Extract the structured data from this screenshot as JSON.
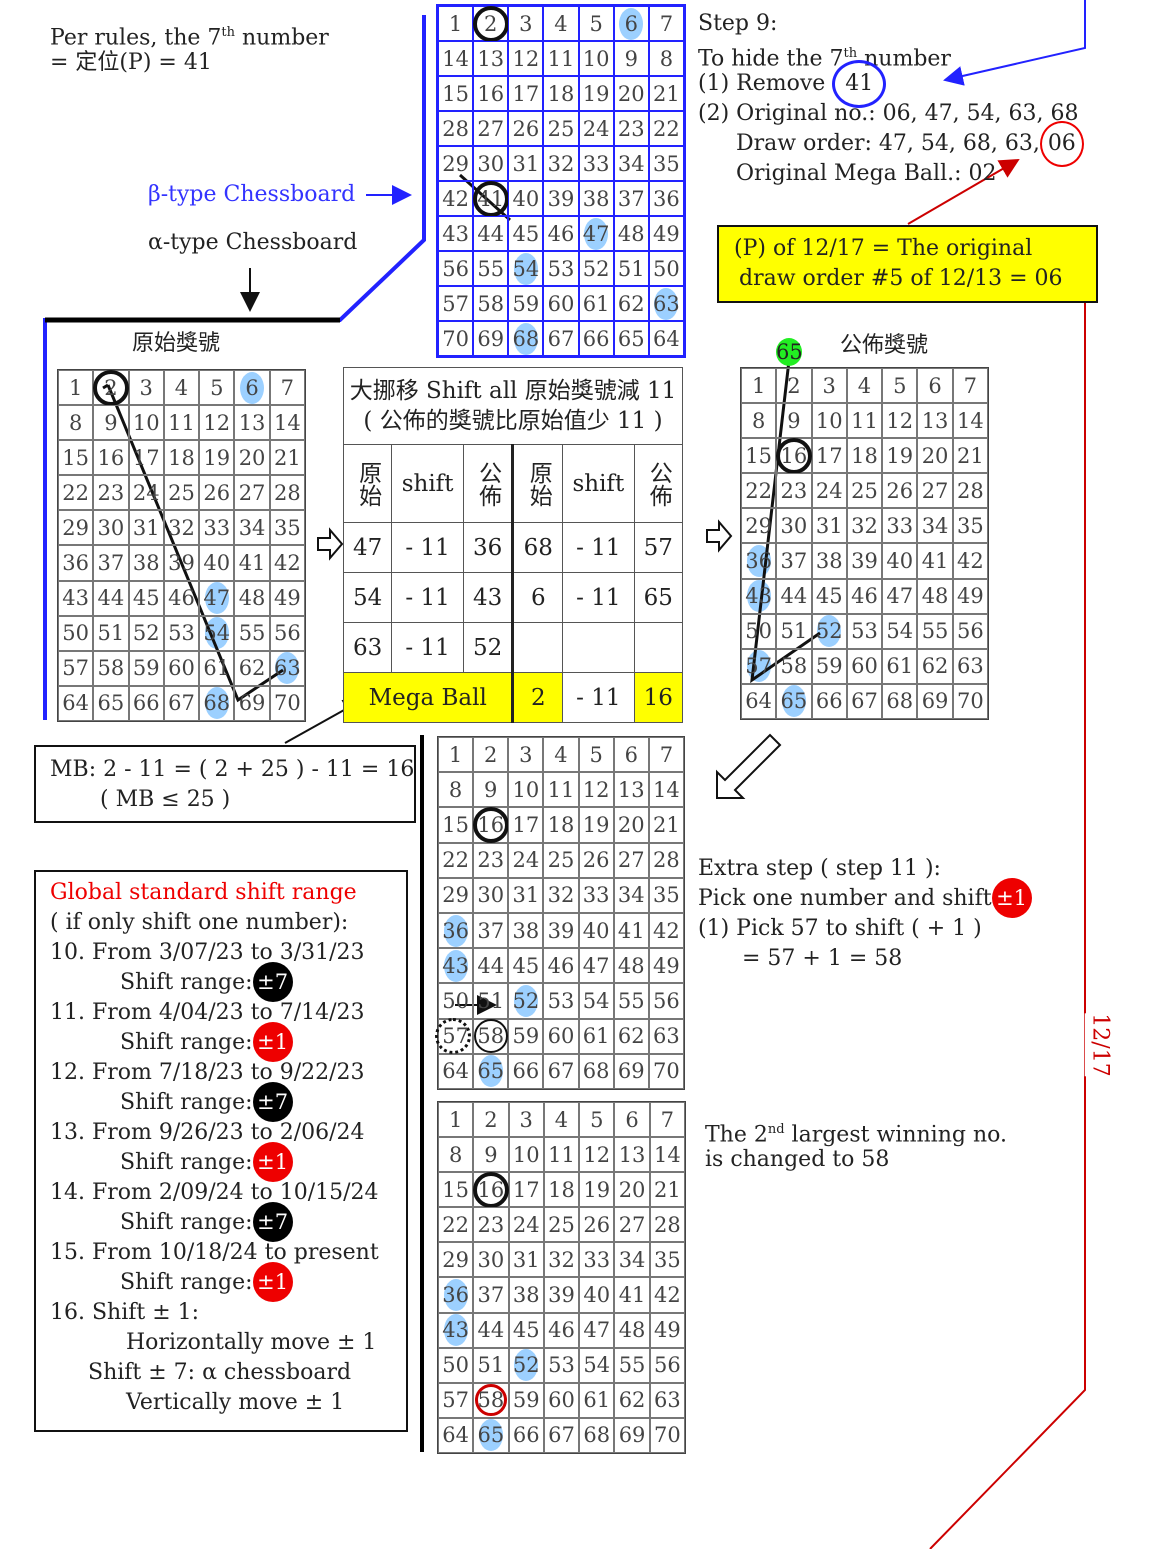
{
  "top_left": {
    "line1": "Per rules, the 7",
    "sup": "th",
    "line1b": " number",
    "line2": "= 定位(P) = 41"
  },
  "beta_label": "β-type Chessboard",
  "alpha_label": "α-type Chessboard",
  "original_label": "原始獎號",
  "published_label": "公佈獎號",
  "green_ball": "65",
  "step9": {
    "title": "Step 9:",
    "l1": "To hide the 7",
    "sup": "th",
    "l1b": " number",
    "l2": "(1) Remove",
    "l2v": "41",
    "l3": "(2) Original no.: 06, 47, 54, 63, 68",
    "l4": "Draw order: 47, 54, 68, 63,",
    "l4v": "06",
    "l5": "Original Mega Ball.:  02"
  },
  "yellow_note": {
    "l1": "(P) of 12/17 = The original",
    "l2": "draw order #5 of 12/13 = 06"
  },
  "shift_table": {
    "title1": "大挪移 Shift all 原始獎號減 11",
    "title2": "( 公佈的獎號比原始值少 11 )",
    "h_orig": "原始",
    "h_shift": "shift",
    "h_pub": "公佈",
    "rows": [
      [
        "47",
        "- 11",
        "36",
        "68",
        "- 11",
        "57"
      ],
      [
        "54",
        "- 11",
        "43",
        "6",
        "- 11",
        "65"
      ],
      [
        "63",
        "- 11",
        "52",
        "",
        "",
        ""
      ]
    ],
    "mega": {
      "label": "Mega Ball",
      "orig": "2",
      "shift": "- 11",
      "pub": "16"
    }
  },
  "mb_note": {
    "l1": "MB:  2 - 11 = ( 2 + 25 ) - 11 = 16",
    "l2": "( MB ≤ 25 )"
  },
  "global": {
    "title": "Global standard shift range",
    "sub": "( if only shift one number):",
    "items": [
      {
        "t": "10. From 3/07/23 to 3/31/23",
        "r": "±7",
        "c": "#000"
      },
      {
        "t": "11. From 4/04/23 to 7/14/23",
        "r": "±1",
        "c": "#e00"
      },
      {
        "t": "12. From 7/18/23 to 9/22/23",
        "r": "±7",
        "c": "#000"
      },
      {
        "t": "13. From 9/26/23 to 2/06/24",
        "r": "±1",
        "c": "#e00"
      },
      {
        "t": "14. From 2/09/24 to 10/15/24",
        "r": "±7",
        "c": "#000"
      },
      {
        "t": "15. From 10/18/24 to present",
        "r": "±1",
        "c": "#e00"
      }
    ],
    "shift_label": "Shift range:",
    "l16": "16. Shift ± 1:",
    "l16a": "Horizontally move ± 1",
    "l16b": "Shift ± 7: α chessboard",
    "l16c": "Vertically move ± 1"
  },
  "extra": {
    "l1": "Extra step ( step 11 ):",
    "l2": "Pick one number and shift",
    "badge": "±1",
    "l3": "(1) Pick 57 to shift ( + 1 )",
    "l4": "= 57 + 1 = 58"
  },
  "second": {
    "l1": "The 2",
    "sup": "nd",
    "l1b": " largest winning no.",
    "l2": "is changed to 58"
  },
  "date_label": "12/17",
  "grids": {
    "beta": {
      "rows": [
        [
          1,
          2,
          3,
          4,
          5,
          6,
          7
        ],
        [
          14,
          13,
          12,
          11,
          10,
          9,
          8
        ],
        [
          15,
          16,
          17,
          18,
          19,
          20,
          21
        ],
        [
          28,
          27,
          26,
          25,
          24,
          23,
          22
        ],
        [
          29,
          30,
          31,
          32,
          33,
          34,
          35
        ],
        [
          42,
          41,
          40,
          39,
          38,
          37,
          36
        ],
        [
          43,
          44,
          45,
          46,
          47,
          48,
          49
        ],
        [
          56,
          55,
          54,
          53,
          52,
          51,
          50
        ],
        [
          57,
          58,
          59,
          60,
          61,
          62,
          63
        ],
        [
          70,
          69,
          68,
          67,
          66,
          65,
          64
        ]
      ],
      "hl": [
        6,
        47,
        54,
        63,
        68
      ],
      "circ": [
        2,
        41
      ]
    },
    "alpha": {
      "hl": [
        6,
        47,
        54,
        63,
        68
      ],
      "circ": [
        2
      ]
    },
    "published": {
      "hl": [
        36,
        43,
        52,
        57,
        65
      ],
      "circ": [
        16
      ]
    },
    "extra": {
      "hl": [
        36,
        43,
        52,
        65
      ],
      "circ": [
        16
      ],
      "dcirc": [
        57
      ],
      "tcirc": [
        58
      ]
    },
    "final": {
      "hl": [
        36,
        43,
        52,
        65
      ],
      "circ": [
        16
      ],
      "rcirc": [
        58
      ]
    }
  }
}
